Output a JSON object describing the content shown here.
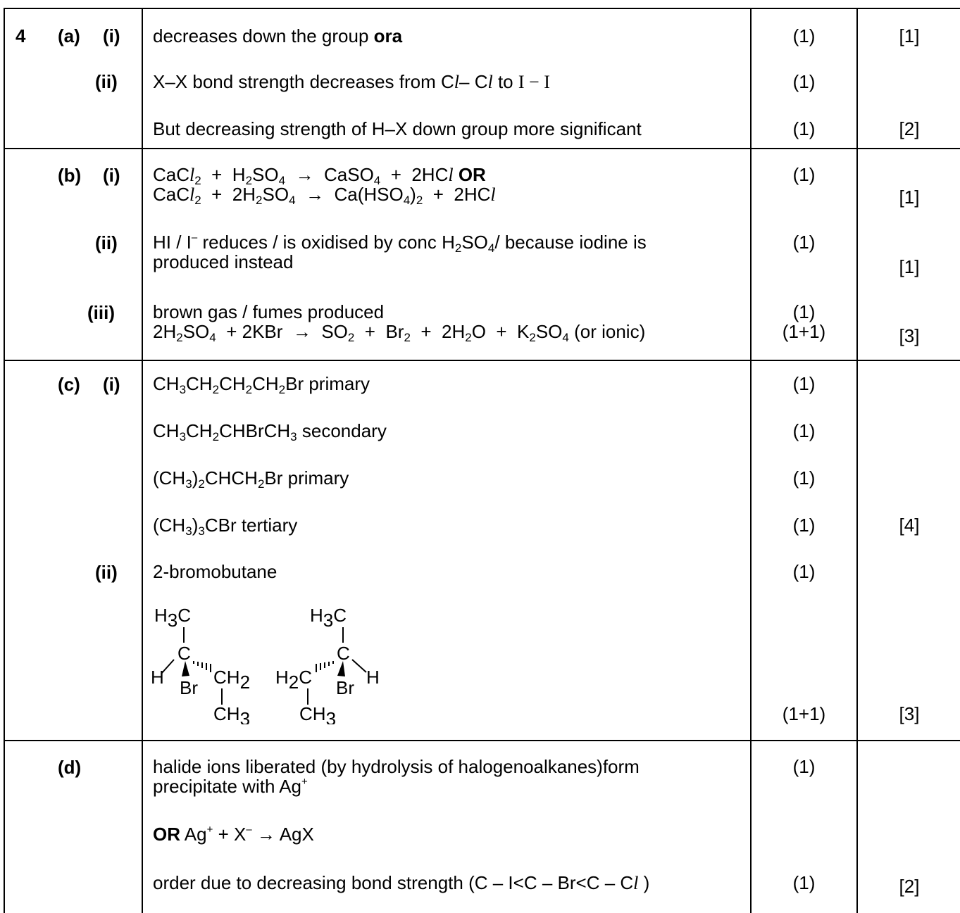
{
  "question_number": "4",
  "parts": {
    "a": {
      "label": "(a)",
      "i": {
        "label": "(i)",
        "lines": [
          {
            "pre": "decreases down the group ",
            "bold": "ora"
          }
        ],
        "mark": "(1)",
        "total": "[1]"
      },
      "ii": {
        "label": "(ii)",
        "line1_pre": "X–X bond strength decreases from ",
        "line1_mid": " to ",
        "line1_rhs": "I − I",
        "line1_mark": "(1)",
        "line2": "But decreasing strength of H–X down group more significant",
        "line2_mark": "(1)",
        "total": "[2]"
      }
    },
    "b": {
      "label": "(b)",
      "i": {
        "label": "(i)",
        "or": "OR",
        "mark": "(1)",
        "total": "[1]"
      },
      "ii": {
        "label": "(ii)",
        "line1_a": "HI / I",
        "line1_b": " reduces / is oxidised by conc H",
        "line1_c": "/ because iodine is",
        "line2": "produced instead",
        "mark": "(1)",
        "total": "[1]"
      },
      "iii": {
        "label": "(iii)",
        "line1": "brown gas / fumes produced",
        "line2_tail": " (or ionic)",
        "mark1": "(1)",
        "mark2": "(1+1)",
        "total": "[3]"
      }
    },
    "c": {
      "label": "(c)",
      "i": {
        "label": "(i)",
        "rows": [
          {
            "suffix": " primary",
            "mark": "(1)"
          },
          {
            "suffix": " secondary",
            "mark": "(1)"
          },
          {
            "suffix": " primary",
            "mark": "(1)"
          },
          {
            "suffix": " tertiary",
            "mark": "(1)"
          }
        ],
        "total": "[4]"
      },
      "ii": {
        "label": "(ii)",
        "name": "2-bromobutane",
        "name_mark": "(1)",
        "structures_mark": "(1+1)",
        "total": "[3]",
        "structure_labels": {
          "methyl": "H",
          "c": "C",
          "h": "H",
          "br": "Br",
          "ch": "CH",
          "sub3": "3",
          "sub2": "2"
        }
      }
    },
    "d": {
      "label": "(d)",
      "line1": "halide ions liberated (by hydrolysis of halogenoalkanes)form",
      "line2": "precipitate with Ag",
      "line3_or": "OR",
      "line3_rest": " AgX",
      "line4_pre": "order due to decreasing bond strength (C – I<C – Br<C – C",
      "line4_post": " )",
      "mark1": "(1)",
      "mark2": "(1)",
      "total": "[2]"
    }
  }
}
